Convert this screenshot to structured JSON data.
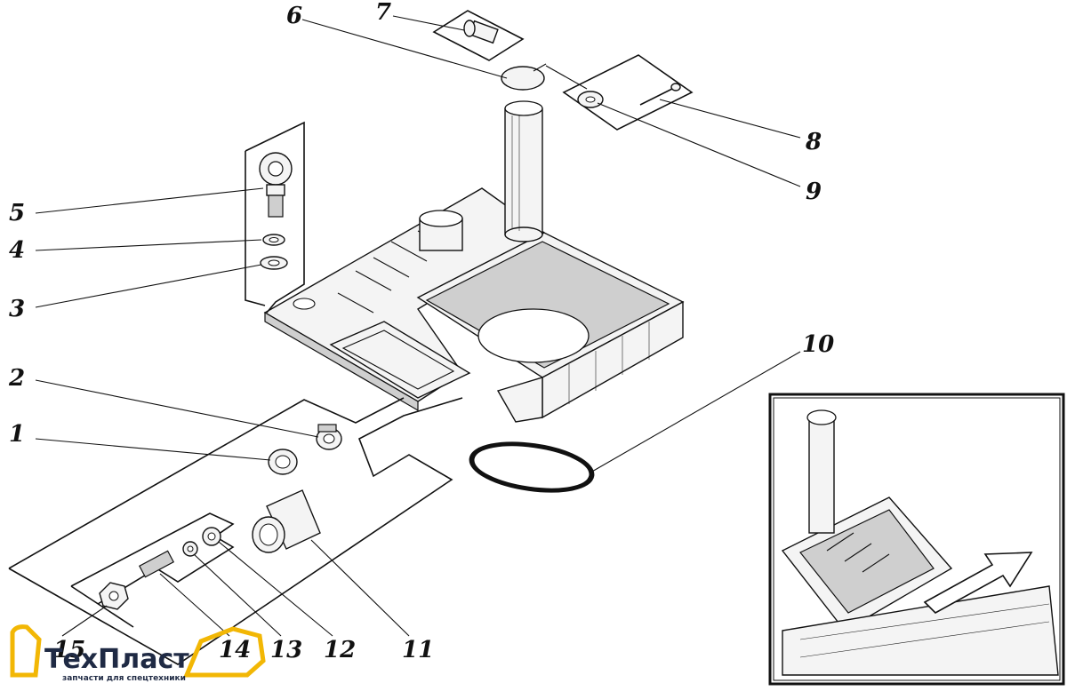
{
  "callouts": [
    {
      "id": "1",
      "label": "1"
    },
    {
      "id": "2",
      "label": "2"
    },
    {
      "id": "3",
      "label": "3"
    },
    {
      "id": "4",
      "label": "4"
    },
    {
      "id": "5",
      "label": "5"
    },
    {
      "id": "6",
      "label": "6"
    },
    {
      "id": "7",
      "label": "7"
    },
    {
      "id": "8",
      "label": "8"
    },
    {
      "id": "9",
      "label": "9"
    },
    {
      "id": "10",
      "label": "10"
    },
    {
      "id": "11",
      "label": "11"
    },
    {
      "id": "12",
      "label": "12"
    },
    {
      "id": "13",
      "label": "13"
    },
    {
      "id": "14",
      "label": "14"
    },
    {
      "id": "15",
      "label": "15"
    }
  ],
  "logo": {
    "name": "ТехПласт",
    "tagline": "запчасти для спецтехники",
    "accent_color": "#f2b705",
    "text_color": "#1f2a44"
  }
}
